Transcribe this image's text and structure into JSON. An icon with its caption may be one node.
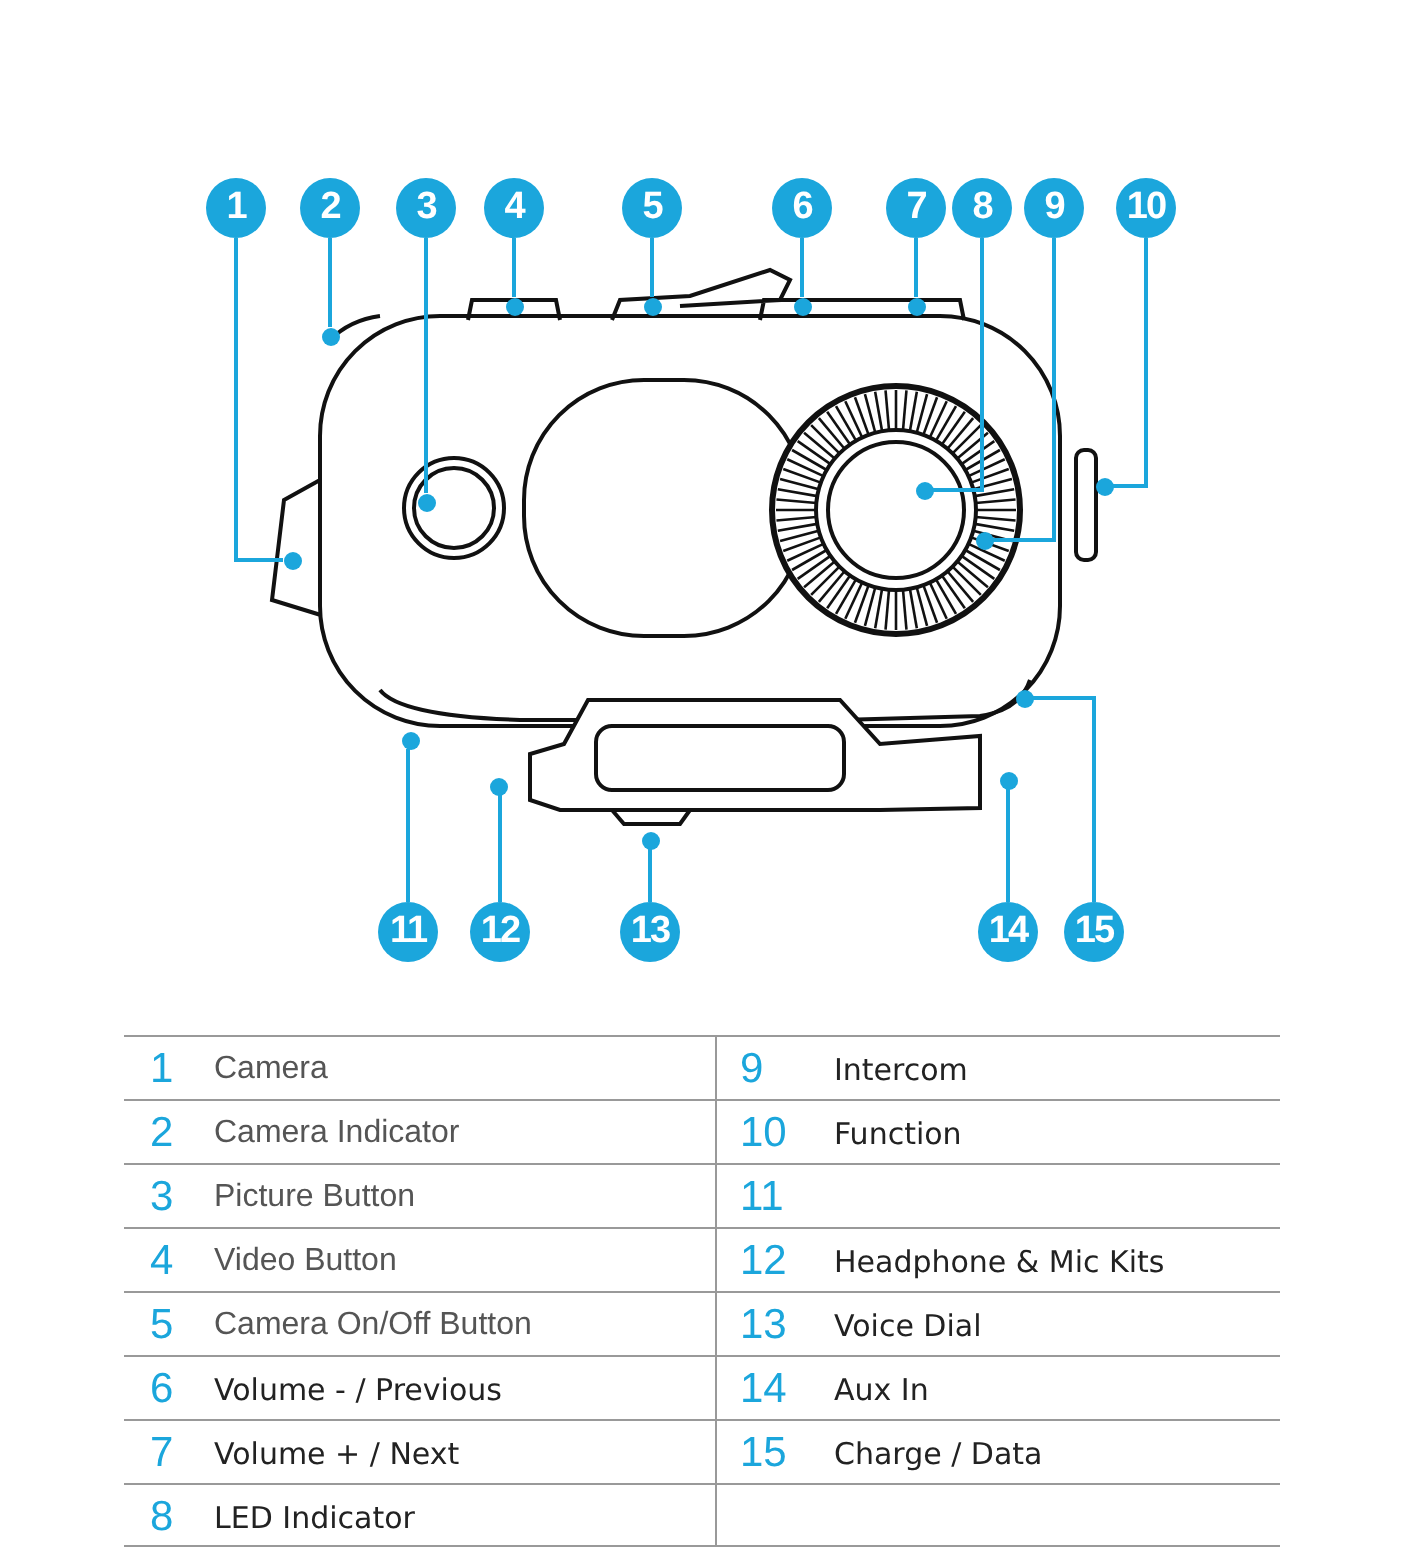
{
  "diagram": {
    "nodes": [
      {
        "text": [
          "1"
        ]
      },
      {
        "text": [
          "2"
        ]
      },
      {
        "text": [
          "3"
        ]
      },
      {
        "text": [
          "4"
        ]
      },
      {
        "text": [
          "5"
        ]
      },
      {
        "text": [
          "6"
        ]
      },
      {
        "text": [
          "7"
        ]
      },
      {
        "text": [
          "8"
        ]
      },
      {
        "text": [
          "9"
        ]
      },
      {
        "text": [
          "10"
        ]
      },
      {
        "text": [
          "11"
        ]
      },
      {
        "text": [
          "12"
        ]
      },
      {
        "text": [
          "13"
        ]
      },
      {
        "text": [
          "14"
        ]
      },
      {
        "text": [
          "15"
        ]
      },
      {
        "text": [],
        "shape": "circle"
      },
      {
        "text": [],
        "shape": "circle"
      },
      {
        "text": [],
        "shape": "circle"
      },
      {
        "text": [],
        "shape": "circle"
      },
      {
        "text": [],
        "shape": "circle"
      },
      {
        "text": [],
        "shape": "circle"
      },
      {
        "text": [],
        "shape": "circle"
      },
      {
        "text": [],
        "shape": "circle"
      },
      {
        "text": [],
        "shape": "circle"
      },
      {
        "text": [],
        "shape": "circle"
      },
      {
        "text": [],
        "shape": "circle"
      },
      {
        "text": [],
        "shape": "circle"
      },
      {
        "text": [],
        "shape": "circle"
      },
      {
        "text": [],
        "shape": "circle"
      },
      {
        "text": [],
        "shape": "circle"
      }
    ],
    "edges": [
      {
        "from": 0,
        "to": 15,
        "arrow": "none"
      },
      {
        "from": 1,
        "to": 16,
        "arrow": "none"
      },
      {
        "from": 2,
        "to": 17,
        "arrow": "none"
      },
      {
        "from": 3,
        "to": 18,
        "arrow": "none"
      },
      {
        "from": 4,
        "to": 19,
        "arrow": "none"
      },
      {
        "from": 5,
        "to": 20,
        "arrow": "none"
      },
      {
        "from": 6,
        "to": 21,
        "arrow": "none"
      },
      {
        "from": 7,
        "to": 22,
        "arrow": "none"
      },
      {
        "from": 8,
        "to": 23,
        "arrow": "none"
      },
      {
        "from": 9,
        "to": 24,
        "arrow": "none"
      },
      {
        "from": 10,
        "to": 25,
        "arrow": "none"
      },
      {
        "from": 11,
        "to": 26,
        "arrow": "none"
      },
      {
        "from": 12,
        "to": 27,
        "arrow": "none"
      },
      {
        "from": 13,
        "to": 28,
        "arrow": "none"
      },
      {
        "from": 14,
        "to": 29,
        "arrow": "none"
      }
    ],
    "labels": [
      "1",
      "Camera",
      "9",
      "Intercom",
      "2",
      "Camera Indicator",
      "10",
      "Function",
      "3",
      "Picture Button",
      "11",
      "4",
      "Video Button",
      "12",
      "Headphone & Mic Kits",
      "5",
      "Camera On/Off Button",
      "13",
      "Voice Dial",
      "6",
      "Volume - / Previous",
      "14",
      "Aux In",
      "7",
      "Volume + / Next",
      "15",
      "Charge / Data",
      "8",
      "LED Indicator"
    ]
  }
}
